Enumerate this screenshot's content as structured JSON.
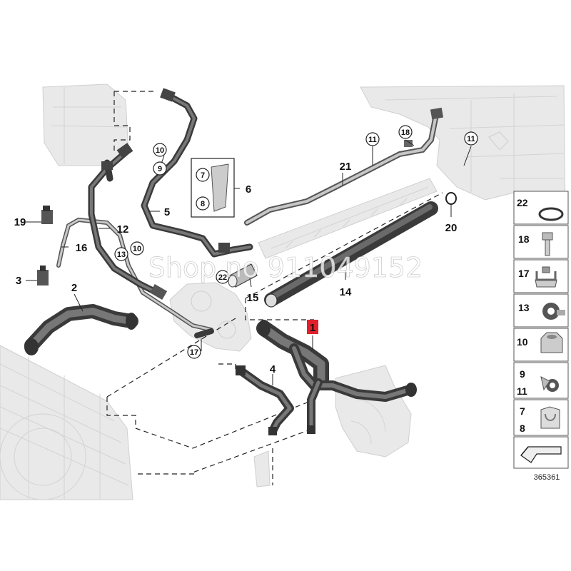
{
  "callouts": {
    "n1": "1",
    "n2": "2",
    "n3": "3",
    "n4": "4",
    "n5": "5",
    "n6": "6",
    "n7": "7",
    "n8": "8",
    "n9": "9",
    "n10a": "10",
    "n10b": "10",
    "n11a": "11",
    "n11b": "11",
    "n12": "12",
    "n13": "13",
    "n14": "14",
    "n15": "15",
    "n16": "16",
    "n17": "17",
    "n18": "18",
    "n19": "19",
    "n20": "20",
    "n21": "21",
    "n22": "22"
  },
  "legend": {
    "l22": "22",
    "l18": "18",
    "l17": "17",
    "l13": "13",
    "l10": "10",
    "l9": "9",
    "l11": "11",
    "l7": "7",
    "l8": "8"
  },
  "watermark": "Shop no 911049152",
  "diagram_id": "365361",
  "colors": {
    "highlight": "#e0202a",
    "hose": "#3a3a3a",
    "ghost": "#e9e9e9"
  }
}
